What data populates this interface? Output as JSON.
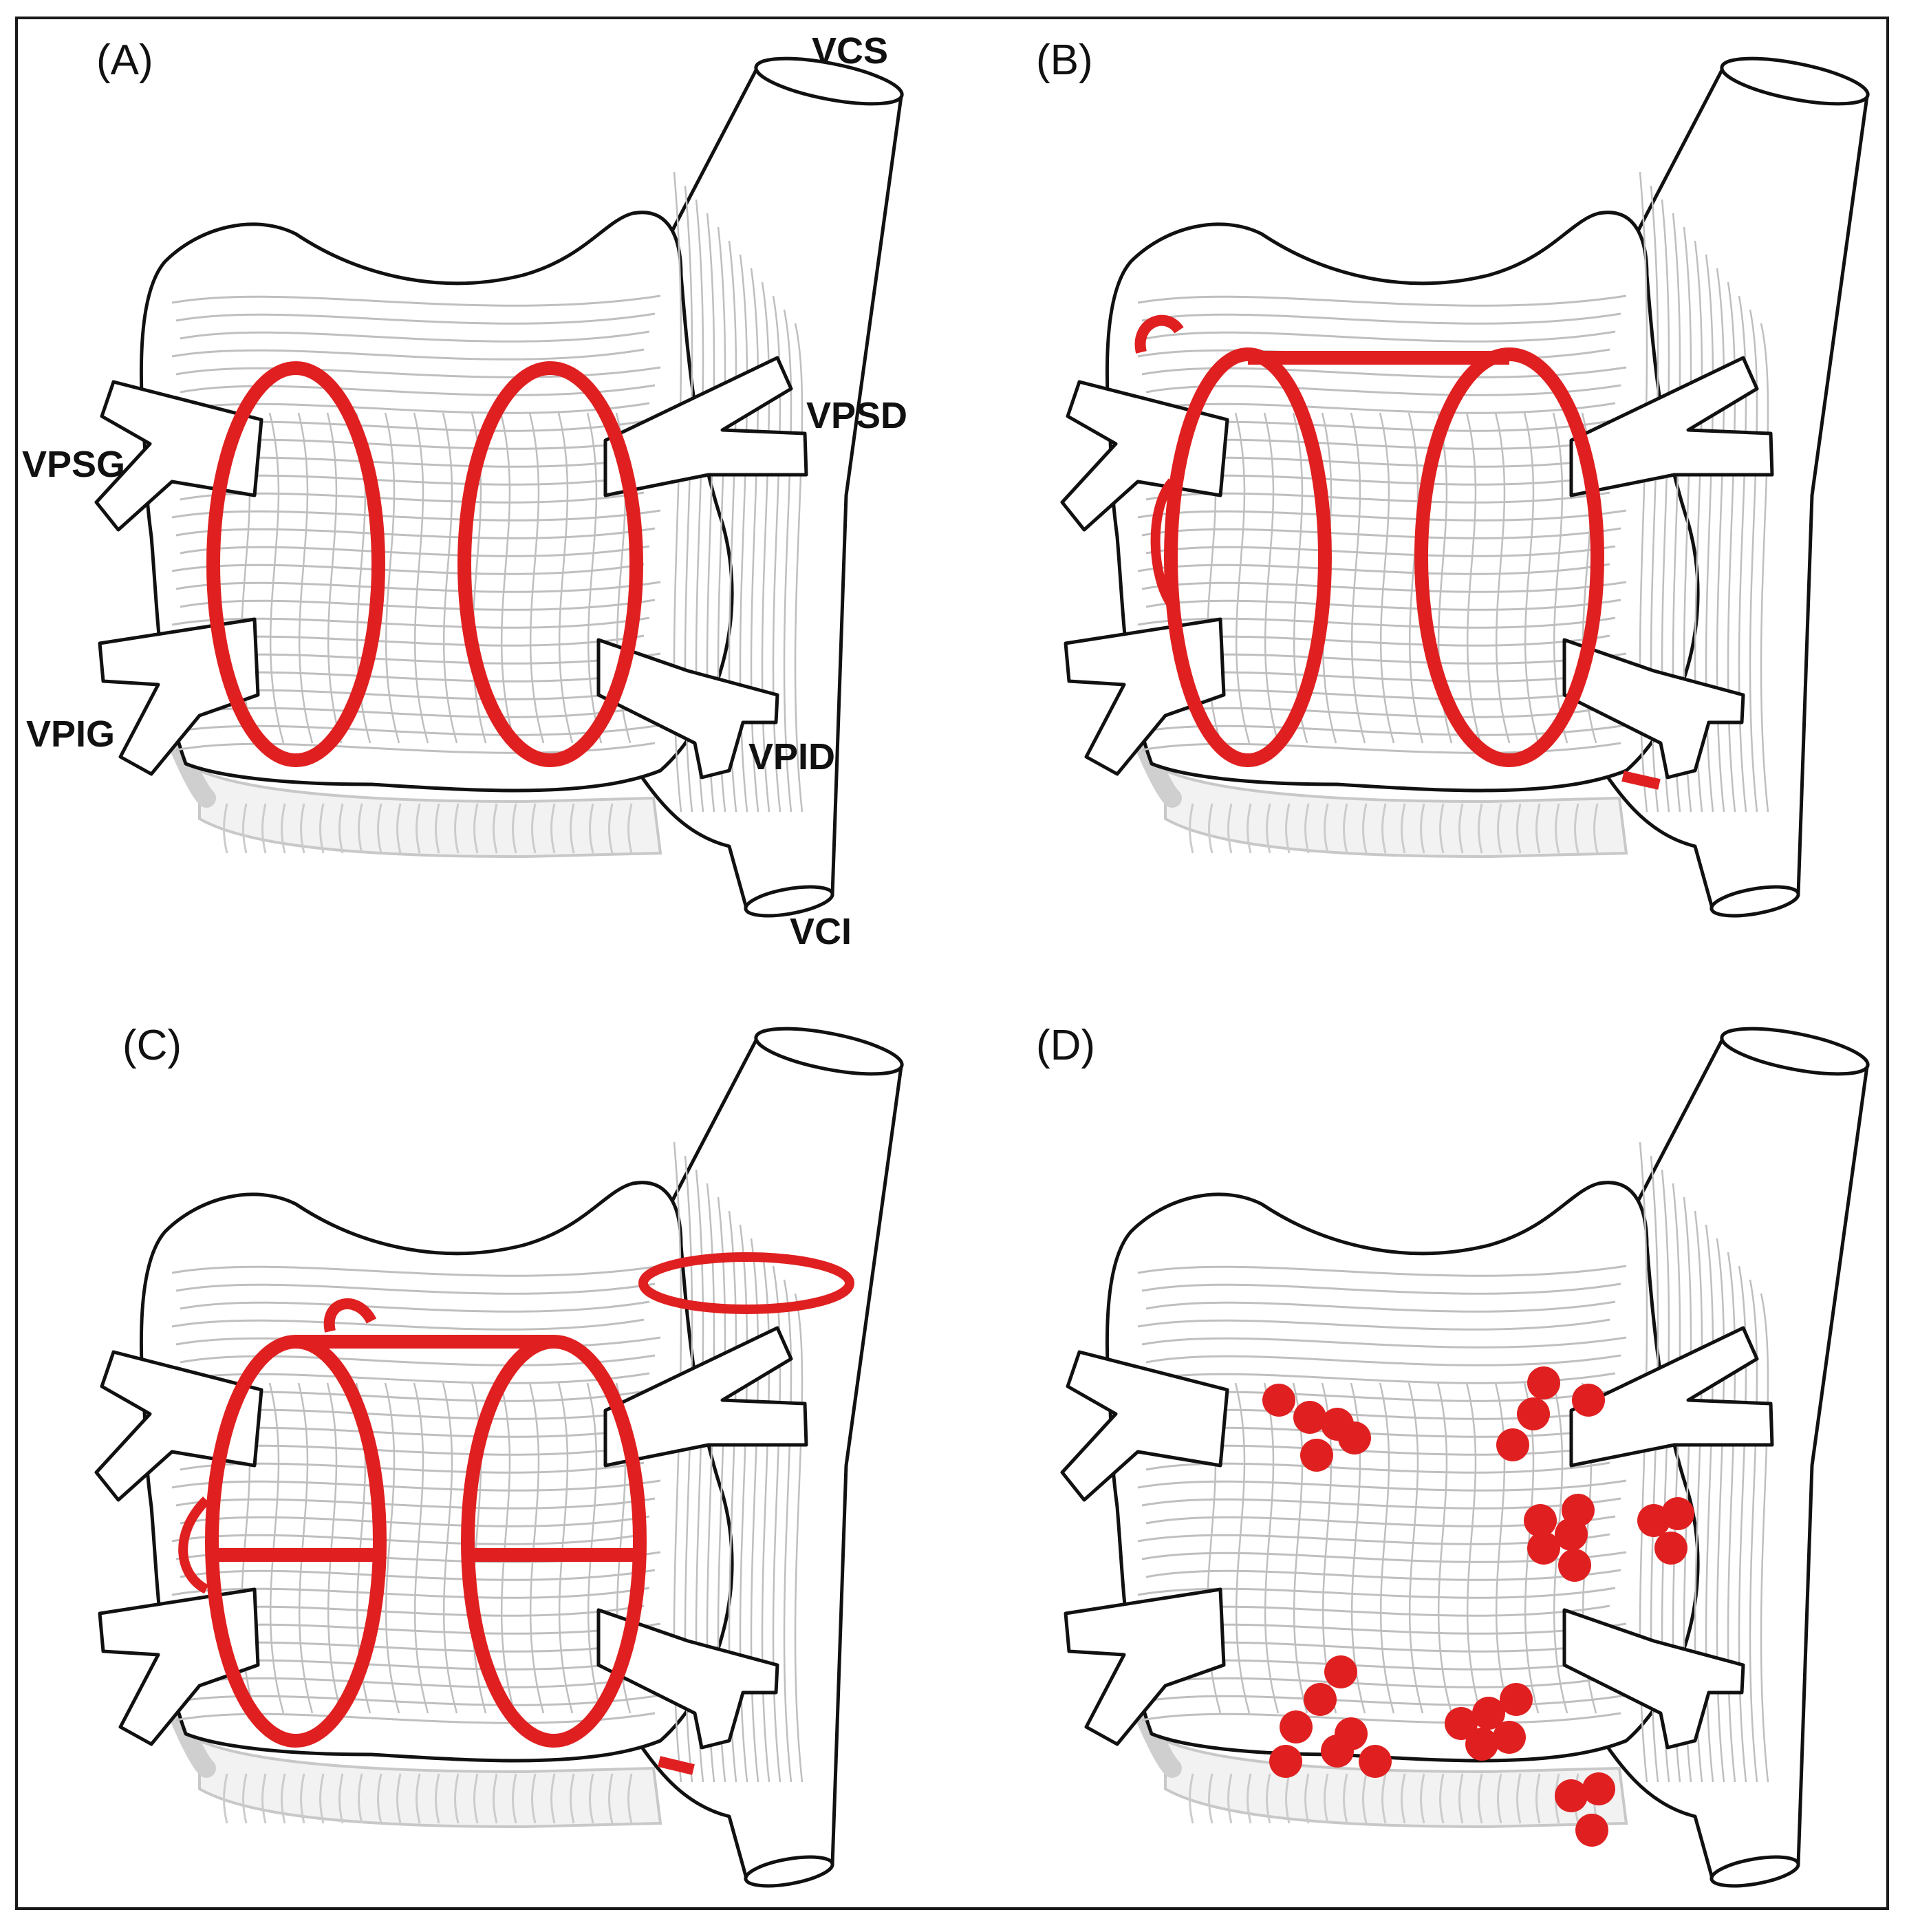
{
  "panels": [
    {
      "label": "(A)"
    },
    {
      "label": "(B)"
    },
    {
      "label": "(C)"
    },
    {
      "label": "(D)"
    }
  ],
  "vein_labels": {
    "vcs": "VCS",
    "vpsd": "VPSD",
    "vpsg": "VPSG",
    "vpig": "VPIG",
    "vpid": "VPID",
    "vci": "VCI"
  },
  "colors": {
    "lesion": "#e02020",
    "outline": "#111111",
    "fiber": "#bfbfbf",
    "tissue": "#ffffff"
  }
}
